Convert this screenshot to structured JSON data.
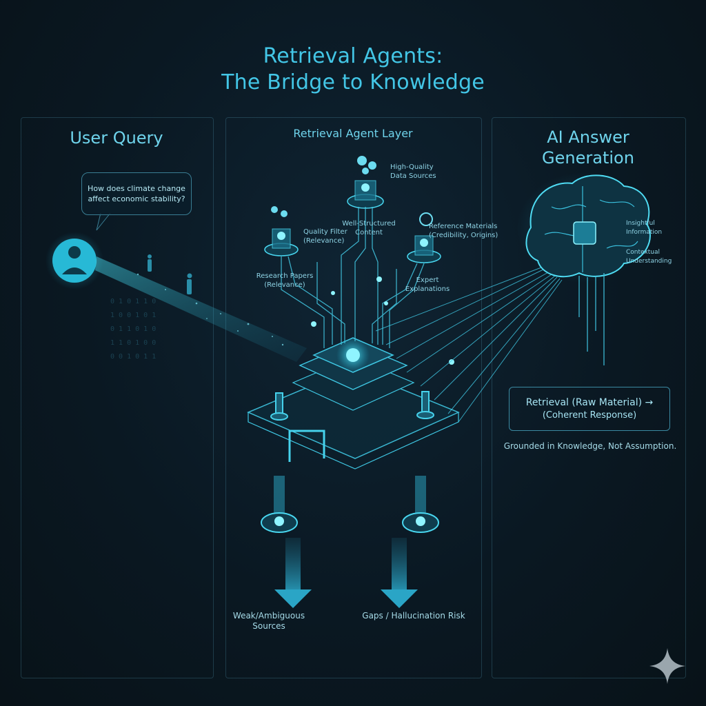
{
  "title": {
    "line1": "Retrieval Agents:",
    "line2": "The Bridge to Knowledge"
  },
  "panels": {
    "user": {
      "title": "User Query"
    },
    "retrieval": {
      "title": "Retrieval Agent Layer"
    },
    "answer": {
      "title_line1": "AI Answer",
      "title_line2": "Generation"
    }
  },
  "query_bubble": {
    "line1": "How does climate change",
    "line2": "affect economic stability?"
  },
  "nodes": {
    "high_quality": {
      "line1": "High-Quality",
      "line2": "Data Sources"
    },
    "quality_filter": {
      "line1": "Quality Filter",
      "line2": "(Relevance)"
    },
    "structured_content": {
      "line1": "Well-Structured",
      "line2": "Content"
    },
    "reference_materials": {
      "line1": "Reference Materials",
      "line2": "(Credibility, Origins)"
    },
    "research_papers": {
      "line1": "Research Papers",
      "line2": "(Relevance)"
    },
    "expert_explanations": {
      "line1": "Expert",
      "line2": "Explanations"
    }
  },
  "brain_labels": {
    "info": {
      "line1": "Insightful",
      "line2": "Information"
    },
    "understanding": {
      "line1": "Contextual",
      "line2": "Understanding"
    }
  },
  "retrieval_box": {
    "line1": "Retrieval (Raw Material) →",
    "line2": "(Coherent Response)"
  },
  "grounded": "Grounded in Knowledge, Not Assumption.",
  "outputs": {
    "weak": {
      "line1": "Weak/Ambiguous",
      "line2": "Sources"
    },
    "gaps": "Gaps / Hallucination Risk"
  },
  "colors": {
    "accent": "#43c6e6",
    "glow": "#38e0f5",
    "background": "#0a1822"
  },
  "icons": [
    "user-icon",
    "person-icon",
    "brain-icon",
    "sparkle-icon"
  ]
}
